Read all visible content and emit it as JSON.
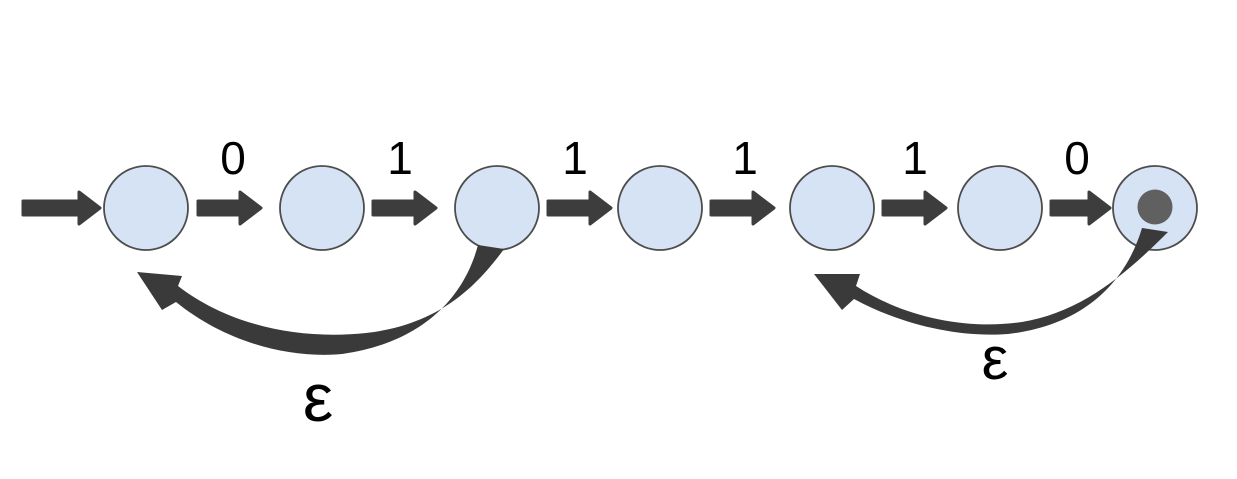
{
  "diagram": {
    "title": "nfa-state-diagram",
    "states": [
      {
        "id": "q0",
        "start": true,
        "accepting": false
      },
      {
        "id": "q1",
        "start": false,
        "accepting": false
      },
      {
        "id": "q2",
        "start": false,
        "accepting": false
      },
      {
        "id": "q3",
        "start": false,
        "accepting": false
      },
      {
        "id": "q4",
        "start": false,
        "accepting": false
      },
      {
        "id": "q5",
        "start": false,
        "accepting": false
      },
      {
        "id": "q6",
        "start": false,
        "accepting": true
      }
    ],
    "transitions": [
      {
        "from": "q0",
        "to": "q1",
        "label": "0",
        "kind": "straight"
      },
      {
        "from": "q1",
        "to": "q2",
        "label": "1",
        "kind": "straight"
      },
      {
        "from": "q2",
        "to": "q3",
        "label": "1",
        "kind": "straight"
      },
      {
        "from": "q3",
        "to": "q4",
        "label": "1",
        "kind": "straight"
      },
      {
        "from": "q4",
        "to": "q5",
        "label": "1",
        "kind": "straight"
      },
      {
        "from": "q5",
        "to": "q6",
        "label": "0",
        "kind": "straight"
      },
      {
        "from": "q2",
        "to": "q0",
        "label": "ε",
        "kind": "epsilon_back"
      },
      {
        "from": "q6",
        "to": "q4",
        "label": "ε",
        "kind": "epsilon_back"
      }
    ],
    "colors": {
      "background": "#ffffff",
      "state_fill": "#d5e3f4",
      "state_stroke": "#4d4d4d",
      "arrow": "#3d3d3d",
      "curve_arrow": "#3a3a3a",
      "accept_dot": "#606060",
      "label_text": "#000000"
    }
  }
}
